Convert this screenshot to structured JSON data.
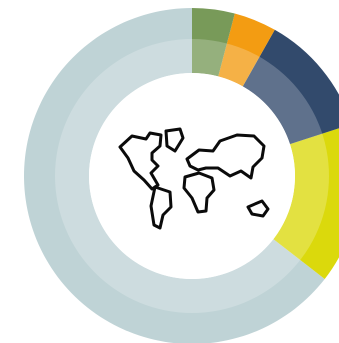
{
  "chart_data": {
    "type": "pie",
    "variant": "donut",
    "title": "",
    "categories": [
      "",
      "",
      "",
      "",
      ""
    ],
    "values": [
      64.5,
      15.5,
      11.8,
      4.1,
      4.1
    ],
    "colors": [
      "#bfd3d6",
      "#dbd90c",
      "#324a6c",
      "#f39c12",
      "#789a59"
    ],
    "start": "top",
    "direction": "counter-clockwise",
    "legend": "none",
    "center_icon": "world-map-icon"
  }
}
